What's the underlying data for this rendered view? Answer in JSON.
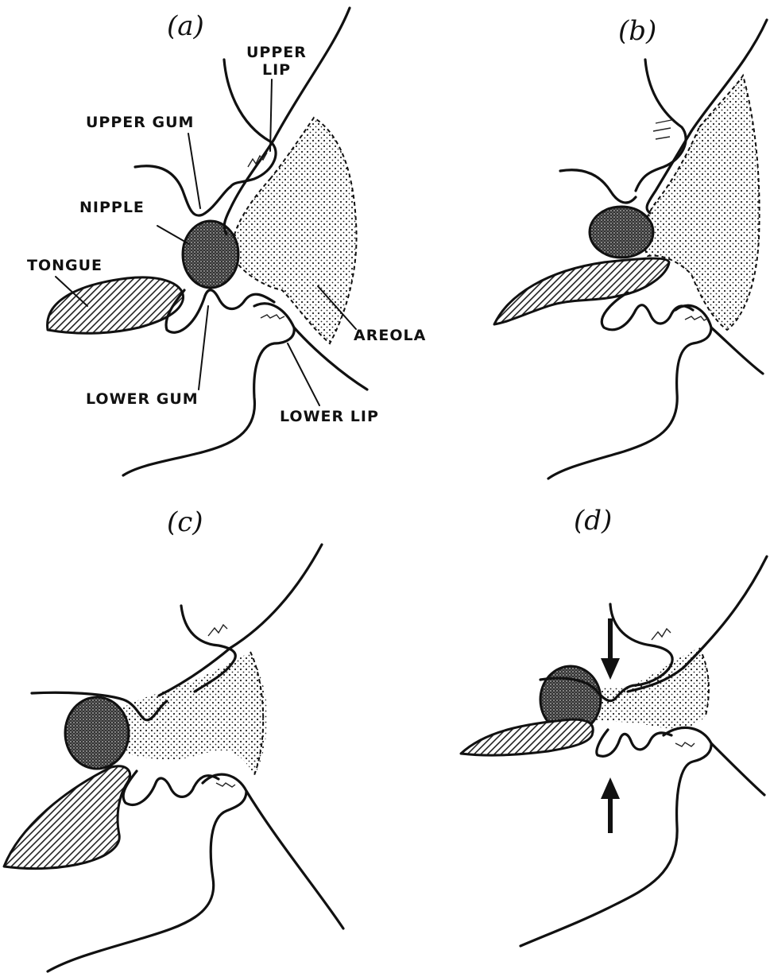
{
  "panels": [
    {
      "id": "a",
      "letter": "(a)"
    },
    {
      "id": "b",
      "letter": "(b)"
    },
    {
      "id": "c",
      "letter": "(c)"
    },
    {
      "id": "d",
      "letter": "(d)"
    }
  ],
  "labels": {
    "upper_lip_line1": "UPPER",
    "upper_lip_line2": "LIP",
    "upper_gum": "UPPER GUM",
    "nipple": "NIPPLE",
    "tongue": "TONGUE",
    "areola": "AREOLA",
    "lower_gum": "LOWER GUM",
    "lower_lip": "LOWER LIP"
  }
}
